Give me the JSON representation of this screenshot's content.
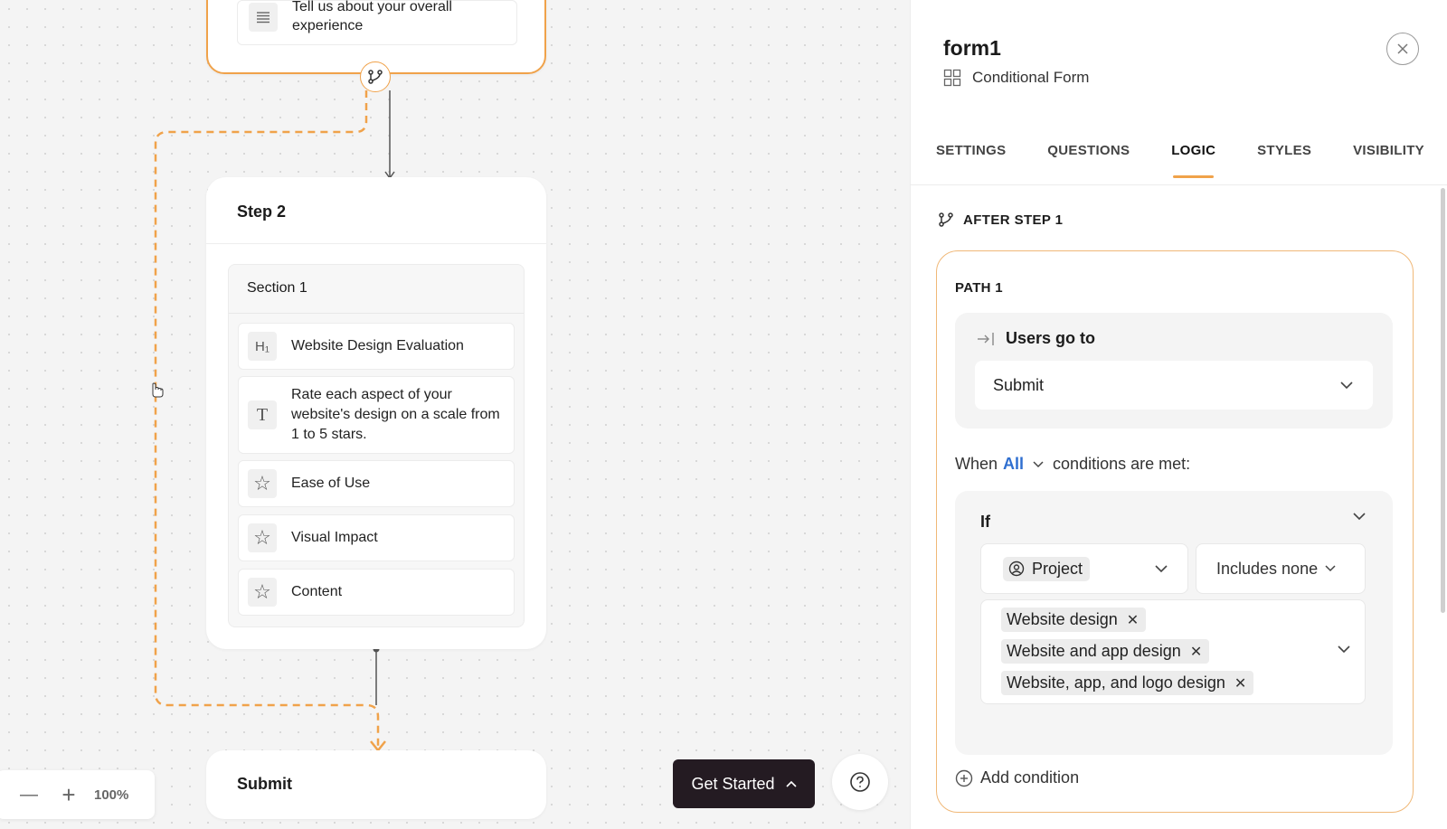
{
  "canvas": {
    "step1": {
      "item_text": "Tell us about your overall experience",
      "item_icon": "paragraph-icon"
    },
    "step2": {
      "title": "Step 2",
      "section": {
        "title": "Section 1",
        "items": [
          {
            "icon": "heading-icon",
            "glyph": "H₁",
            "text": "Website Design Evaluation"
          },
          {
            "icon": "text-icon",
            "glyph": "T",
            "text": "Rate each aspect of your website's design on a scale from 1 to 5 stars."
          },
          {
            "icon": "star-icon",
            "glyph": "☆",
            "text": "Ease of Use"
          },
          {
            "icon": "star-icon",
            "glyph": "☆",
            "text": "Visual Impact"
          },
          {
            "icon": "star-icon",
            "glyph": "☆",
            "text": "Content"
          }
        ]
      }
    },
    "submit": {
      "title": "Submit"
    },
    "zoom": {
      "minus": "—",
      "plus": "+",
      "level": "100%"
    },
    "get_started": {
      "label": "Get Started"
    },
    "accent_color": "#f0a24a"
  },
  "panel": {
    "title": "form1",
    "subtitle": "Conditional Form",
    "tabs": [
      {
        "label": "SETTINGS",
        "active": false
      },
      {
        "label": "QUESTIONS",
        "active": false
      },
      {
        "label": "LOGIC",
        "active": true
      },
      {
        "label": "STYLES",
        "active": false
      },
      {
        "label": "VISIBILITY",
        "active": false
      }
    ],
    "logic": {
      "after_step_label": "AFTER STEP 1",
      "path_label": "PATH 1",
      "goto_label": "Users go to",
      "goto_value": "Submit",
      "when_prefix": "When",
      "when_mode": "All",
      "when_suffix": "conditions are met:",
      "if_label": "If",
      "field": "Project",
      "operator": "Includes none",
      "values": [
        "Website design",
        "Website and app design",
        "Website, app, and logo design"
      ],
      "add_condition_label": "Add condition"
    },
    "link_color": "#2f6fd0"
  }
}
